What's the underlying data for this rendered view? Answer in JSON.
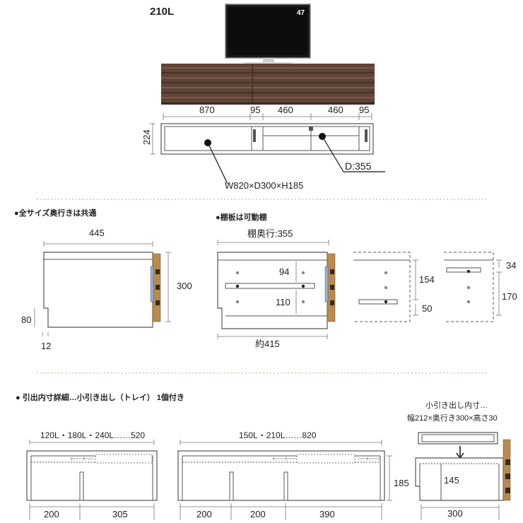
{
  "top": {
    "title": "210L",
    "tv_size": "47",
    "dims": [
      "870",
      "95",
      "460",
      "460",
      "95"
    ],
    "height": "224",
    "hole": "D:355",
    "wdh": "W820×D300×H185"
  },
  "section1": {
    "heading": "●全サイズ奥行きは共通",
    "width": "445",
    "height": "300",
    "notch_h": "80",
    "notch_w": "12"
  },
  "section2": {
    "heading": "●棚板は可動棚",
    "shelf_depth": "棚奥行:355",
    "gap_top": "94",
    "gap_bottom": "110",
    "width": "約415",
    "dim_154": "154",
    "dim_50": "50",
    "dim_34": "34",
    "dim_170": "170"
  },
  "section3": {
    "heading": "● 引出内寸詳細…小引き出し（トレイ） 1個付き",
    "drawer_note_1": "小引き出し内寸…",
    "drawer_note_2": "幅212×奥行き300×高さ30",
    "a_label": "120L・180L・240L……520",
    "a_left": "200",
    "a_right": "305",
    "b_label": "150L・210L……820",
    "b_1": "200",
    "b_2": "200",
    "b_3": "390",
    "height": "185",
    "c_inner": "145",
    "c_width": "300"
  },
  "colors": {
    "wood_dark": "#5e4436",
    "wood_light": "#b98a4e",
    "blue_rail": "#8fb4d8",
    "separator": "#d9b88a"
  }
}
